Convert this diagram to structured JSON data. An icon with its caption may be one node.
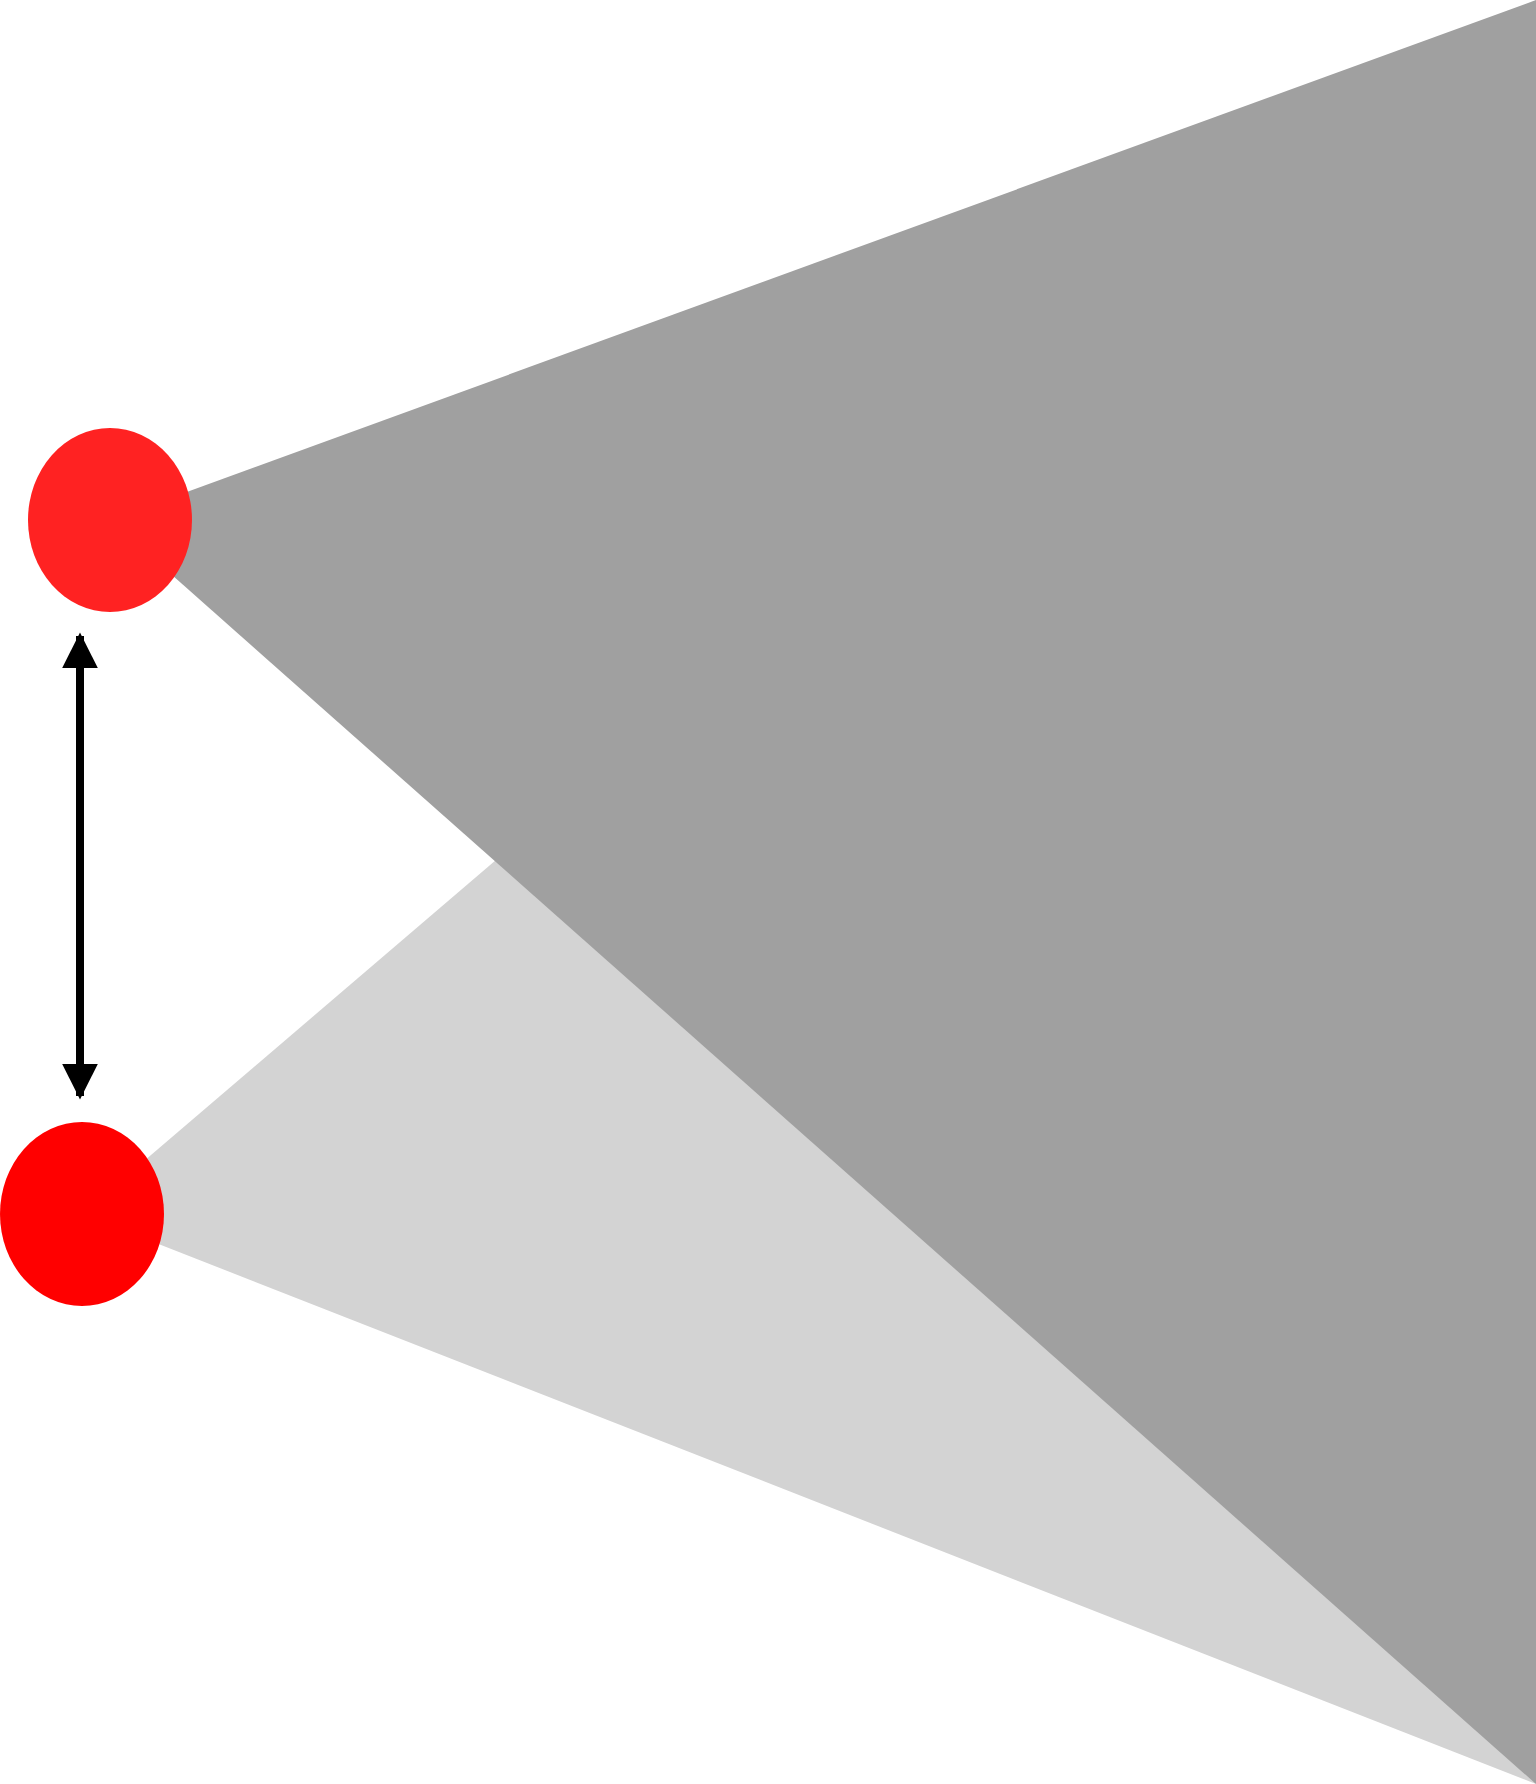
{
  "diagram": {
    "nodes": [
      {
        "text": [],
        "shape": "circle"
      },
      {
        "text": [],
        "shape": "circle"
      }
    ],
    "edges": [
      {
        "from": 0,
        "to": 1,
        "arrow": "both"
      }
    ]
  }
}
